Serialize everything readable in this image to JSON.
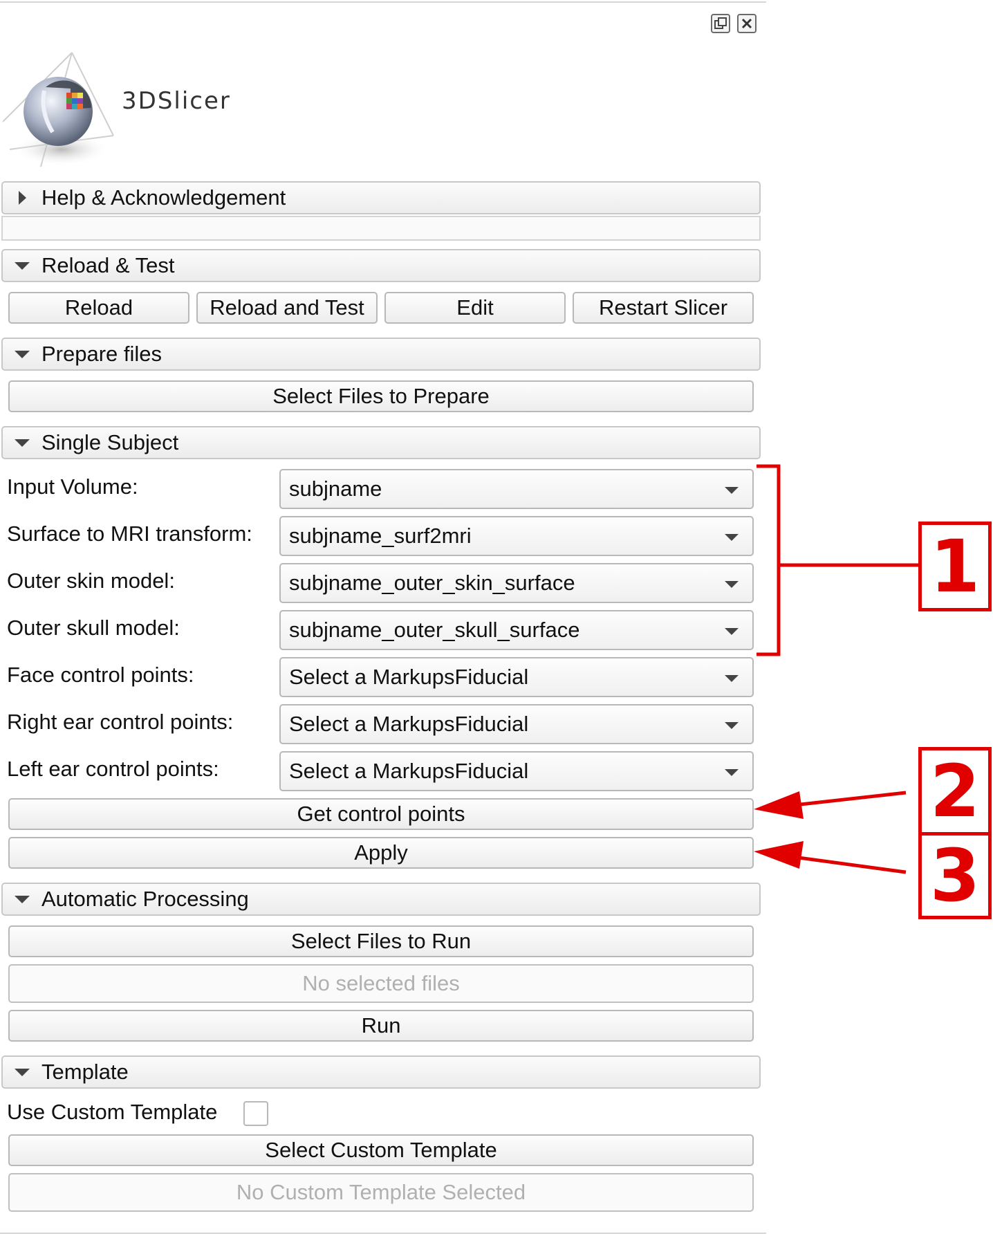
{
  "window": {
    "float_icon": "undock-icon",
    "close_icon": "close-icon"
  },
  "logo": {
    "text": "3DSlicer",
    "icon": "3dslicer-logo"
  },
  "sections": {
    "help": {
      "title": "Help & Acknowledgement"
    },
    "reload_test": {
      "title": "Reload & Test",
      "buttons": [
        "Reload",
        "Reload and Test",
        "Edit",
        "Restart Slicer"
      ]
    },
    "prepare": {
      "title": "Prepare files",
      "button": "Select Files to Prepare"
    },
    "single_subject": {
      "title": "Single Subject",
      "rows": [
        {
          "label": "Input Volume:",
          "value": "subjname"
        },
        {
          "label": "Surface to MRI transform:",
          "value": "subjname_surf2mri"
        },
        {
          "label": "Outer skin model:",
          "value": "subjname_outer_skin_surface"
        },
        {
          "label": "Outer skull model:",
          "value": "subjname_outer_skull_surface"
        },
        {
          "label": "Face control points:",
          "value": "Select a MarkupsFiducial"
        },
        {
          "label": "Right ear control points:",
          "value": "Select a MarkupsFiducial"
        },
        {
          "label": "Left ear control points:",
          "value": "Select a MarkupsFiducial"
        }
      ],
      "get_points_button": "Get control points",
      "apply_button": "Apply"
    },
    "automatic": {
      "title": "Automatic Processing",
      "select_button": "Select Files to Run",
      "files_placeholder": "No selected files",
      "run_button": "Run"
    },
    "template": {
      "title": "Template",
      "use_custom_label": "Use Custom Template",
      "use_custom_checked": false,
      "select_button": "Select Custom Template",
      "template_placeholder": "No Custom Template Selected"
    }
  },
  "annotations": {
    "one": "1",
    "two": "2",
    "three": "3",
    "color": "#e00000"
  }
}
